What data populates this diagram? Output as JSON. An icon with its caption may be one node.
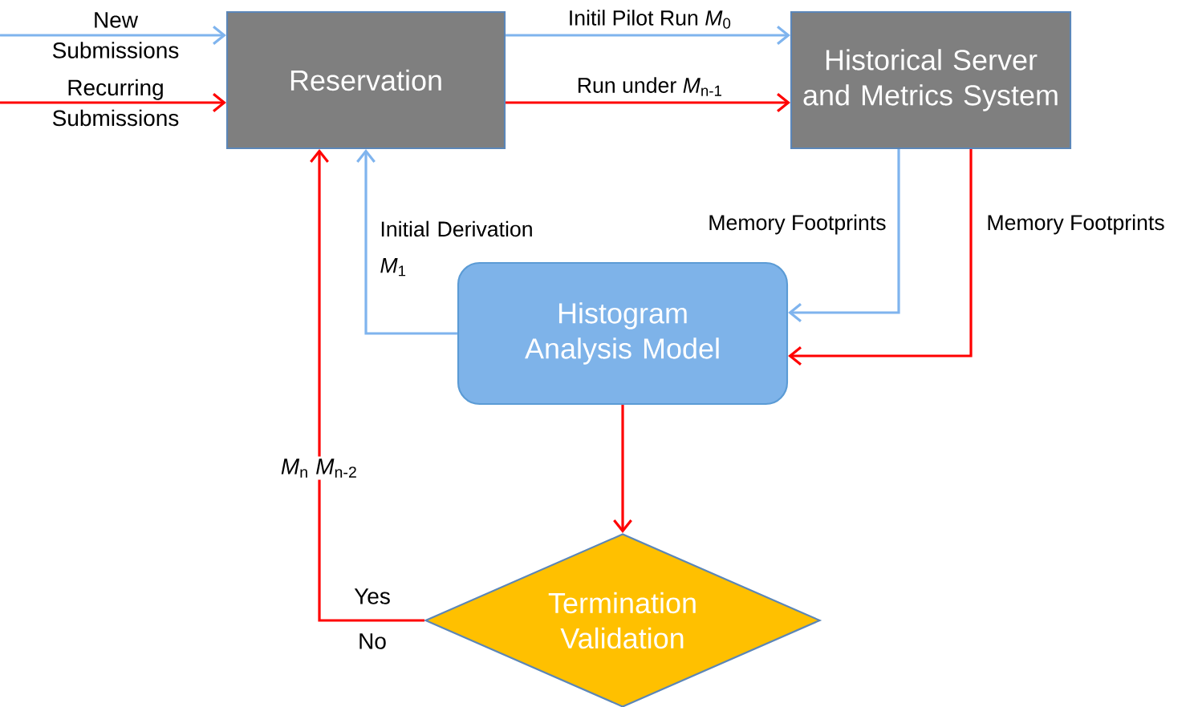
{
  "diagram": {
    "nodes": [
      {
        "text": [
          "Reservation"
        ]
      },
      {
        "text": [
          "Historical Server and Metrics System"
        ]
      },
      {
        "text": [
          "Histogram Analysis Model"
        ]
      },
      {
        "text": [
          "Termination Validation"
        ]
      }
    ],
    "edges": [
      {
        "from": null,
        "to": 0,
        "arrow": "to",
        "label": "New Submissions",
        "color": "#7fb4ee"
      },
      {
        "from": null,
        "to": 0,
        "arrow": "to",
        "label": "Recurring Submissions"
      },
      {
        "from": 0,
        "to": 1,
        "arrow": "to",
        "label": "Initil Pilot Run *M*$_{0}$",
        "color": "#7fb4ee"
      },
      {
        "from": 0,
        "to": 1,
        "arrow": "to",
        "label": "Run under *M*$_{n-1}$"
      },
      {
        "from": 1,
        "to": 2,
        "arrow": "to",
        "label": "Memory Footprints",
        "color": "#7fb4ee"
      },
      {
        "from": 1,
        "to": 2,
        "arrow": "to",
        "label": "Memory Footprints"
      },
      {
        "from": 2,
        "to": 0,
        "arrow": "to",
        "label": "Initial Derivation *M*$_{1}$",
        "color": "#7fb4ee"
      },
      {
        "from": 2,
        "to": 3,
        "arrow": "to"
      },
      {
        "from": 3,
        "to": 0,
        "arrow": "to",
        "label": "*M*$_{n}$ *M*$_{n-2}$"
      }
    ],
    "labels": [
      "Yes",
      "No"
    ]
  }
}
